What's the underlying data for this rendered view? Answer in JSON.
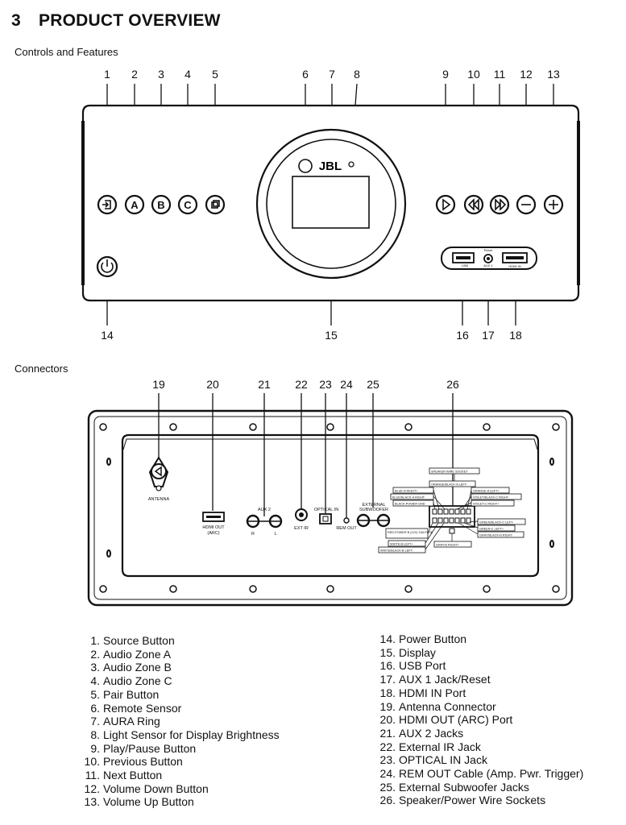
{
  "heading": {
    "number": "3",
    "title": "PRODUCT OVERVIEW"
  },
  "sections": {
    "controls": "Controls and Features",
    "connectors": "Connectors"
  },
  "front_panel": {
    "brand": "JBL",
    "small_labels": {
      "reset": "Reset",
      "aux": "AUX 1",
      "hdmi_in": "HDMI IN",
      "usb": "USB"
    },
    "callouts": [
      "1",
      "2",
      "3",
      "4",
      "5",
      "6",
      "7",
      "8",
      "9",
      "10",
      "11",
      "12",
      "13",
      "14",
      "15",
      "16",
      "17",
      "18"
    ]
  },
  "rear_panel": {
    "labels": {
      "antenna": "ANTENNA",
      "hdmi_out": "HDMI OUT",
      "arc": "(ARC)",
      "aux2": "AUX 2",
      "r": "R",
      "l": "L",
      "ext_ir": "EXT IR",
      "optical_in": "OPTICAL IN",
      "rem_out": "REM OUT",
      "ext_sub_1": "EXTERNAL",
      "ext_sub_2": "SUBWOOFER"
    },
    "wire_tags": [
      "SPEAKER WIRE SOCKET",
      "ORANGE/BLACK-A LEFT-",
      "BLUE-A RIGHT+",
      "BLUE/BLACK-A RIGHT-",
      "BLACK-POWER GND",
      "ORANGE-A LEFT+",
      "VIOLET/BLACK-C RIGHT-",
      "VIOLET-C RIGHT+",
      "GREEN/BLACK-C LEFT-",
      "GREEN-C LEFT+",
      "GRAY/BLACK-B RIGHT-",
      "RED-POWER B (12V) 15A FUSE",
      "WHITE-B LEFT+",
      "WHITE/BLACK-B LEFT-",
      "GRAY-B RIGHT+"
    ],
    "callouts": [
      "19",
      "20",
      "21",
      "22",
      "23",
      "24",
      "25",
      "26"
    ]
  },
  "legend_left": [
    {
      "n": "1.",
      "text": "Source Button"
    },
    {
      "n": "2.",
      "text": "Audio Zone A"
    },
    {
      "n": "3.",
      "text": "Audio Zone B"
    },
    {
      "n": "4.",
      "text": "Audio Zone C"
    },
    {
      "n": "5.",
      "text": "Pair Button"
    },
    {
      "n": "6.",
      "text": "Remote Sensor"
    },
    {
      "n": "7.",
      "text": "AURA Ring"
    },
    {
      "n": "8.",
      "text": "Light Sensor for Display Brightness"
    },
    {
      "n": "9.",
      "text": "Play/Pause Button"
    },
    {
      "n": "10.",
      "text": "Previous Button"
    },
    {
      "n": "11.",
      "text": "Next Button"
    },
    {
      "n": "12.",
      "text": "Volume Down Button"
    },
    {
      "n": "13.",
      "text": "Volume Up Button"
    }
  ],
  "legend_right": [
    {
      "n": "14.",
      "text": "Power Button"
    },
    {
      "n": "15.",
      "text": "Display"
    },
    {
      "n": "16.",
      "text": "USB Port"
    },
    {
      "n": "17.",
      "text": "AUX 1 Jack/Reset"
    },
    {
      "n": "18.",
      "text": "HDMI IN Port"
    },
    {
      "n": "19.",
      "text": "Antenna Connector"
    },
    {
      "n": "20.",
      "text": "HDMI OUT (ARC) Port"
    },
    {
      "n": "21.",
      "text": "AUX 2 Jacks"
    },
    {
      "n": "22.",
      "text": "External IR Jack"
    },
    {
      "n": "23.",
      "text": "OPTICAL IN Jack"
    },
    {
      "n": "24.",
      "text": "REM OUT Cable (Amp. Pwr. Trigger)"
    },
    {
      "n": "25.",
      "text": "External Subwoofer Jacks"
    },
    {
      "n": "26.",
      "text": "Speaker/Power Wire Sockets"
    }
  ]
}
